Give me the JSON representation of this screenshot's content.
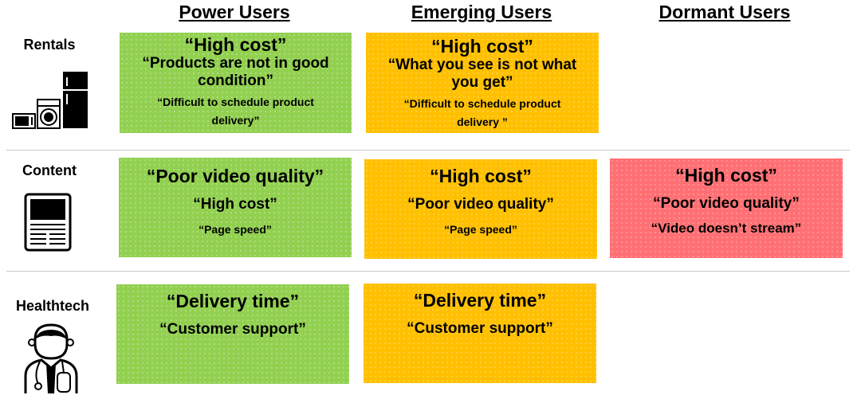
{
  "columns": [
    "Power Users",
    "Emerging Users",
    "Dormant Users"
  ],
  "rows": {
    "rentals": {
      "label": "Rentals",
      "icon": "appliances-icon",
      "power": [
        "“High cost”",
        "“Products are not in good condition”",
        "“Difficult to schedule product delivery”"
      ],
      "emerging": [
        "“High cost”",
        "“What  you see is not what you get”",
        "“Difficult to schedule product delivery ”"
      ]
    },
    "content": {
      "label": "Content",
      "icon": "newspaper-icon",
      "power": [
        "“Poor video quality”",
        "“High cost”",
        "“Page speed”"
      ],
      "emerging": [
        "“High cost”",
        "“Poor video quality”",
        "“Page speed”"
      ],
      "dormant": [
        "“High cost”",
        "“Poor video quality”",
        "“Video doesn’t stream”"
      ]
    },
    "healthtech": {
      "label": "Healthtech",
      "icon": "doctor-icon",
      "power": [
        "“Delivery time”",
        "“Customer support”"
      ],
      "emerging": [
        "“Delivery time”",
        "“Customer support”"
      ]
    }
  },
  "colors": {
    "power": "#92d050",
    "emerging": "#ffc000",
    "dormant": "#ff7074"
  }
}
